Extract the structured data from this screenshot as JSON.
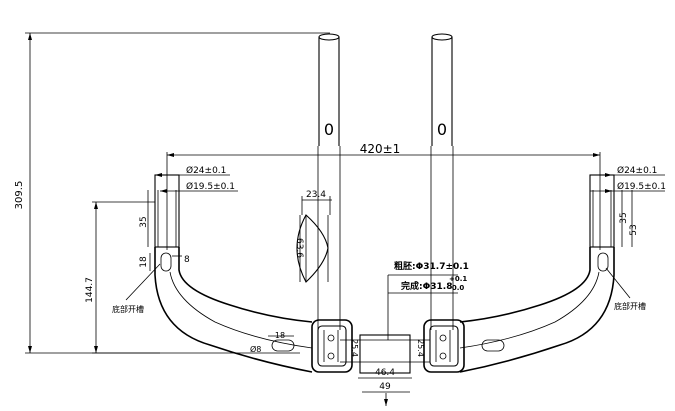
{
  "dimensions": {
    "overall_height": "309.5",
    "width_between": "420±1",
    "left_outer_dia": "Ø24±0.1",
    "left_inner_dia": "Ø19.5±0.1",
    "right_outer_dia": "Ø24±0.1",
    "right_inner_dia": "Ø19.5±0.1",
    "left_insert_len": "35",
    "right_insert_len": "35",
    "right_insert_len2": "53",
    "left_slot_dim": "18",
    "left_slot_dim2": "8",
    "drop_height": "144.7",
    "section_width": "23.4",
    "section_height": "63.6",
    "left_hole": "Ø8",
    "left_hole_len": "18",
    "clamp_left": "25.4",
    "clamp_right": "25.4",
    "center_width": "46.4",
    "bottom_width": "49"
  },
  "notes": {
    "rough_dia": "粗胚:Φ31.7±0.1",
    "finished_dia": "完成:Φ31.8",
    "finished_tol_upper": "+0.1",
    "finished_tol_lower": "-0.0",
    "left_bottom_note": "底部开槽",
    "right_bottom_note": "底部开槽"
  },
  "aerobar_labels": {
    "left": "0",
    "right": "0"
  }
}
